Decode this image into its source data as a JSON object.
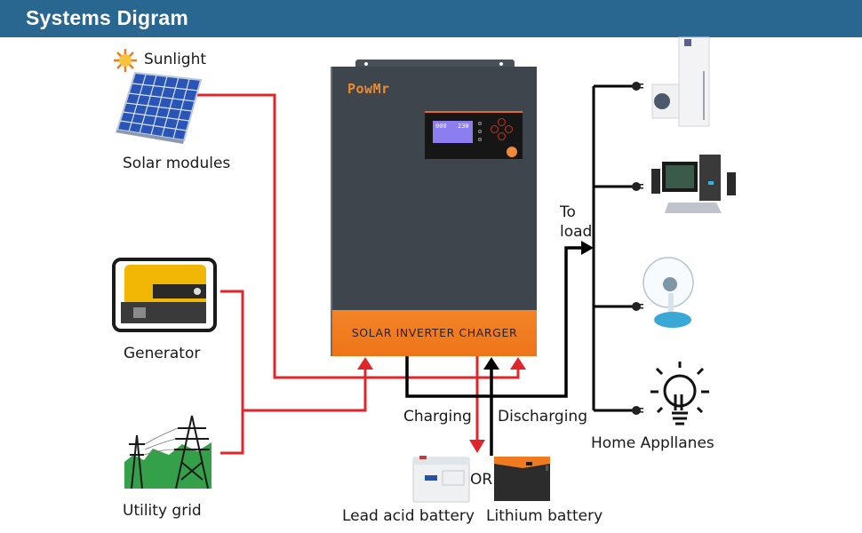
{
  "header": {
    "title": "Systems Digram"
  },
  "sources": {
    "sunlight": "Sunlight",
    "solar": "Solar modules",
    "generator": "Generator",
    "grid": "Utility grid"
  },
  "inverter": {
    "brand": "PowMr",
    "band_label": "SOLAR INVERTER CHARGER",
    "lcd_left": "000",
    "lcd_right": "230"
  },
  "battery": {
    "charging": "Charging",
    "discharging": "Discharging",
    "or": "OR",
    "lead_acid": "Lead acid battery",
    "lithium": "Lithium battery"
  },
  "load": {
    "to_load_line1": "To",
    "to_load_line2": "load",
    "home": "Home Appllanes"
  },
  "colors": {
    "header_bg": "#2a6790",
    "input_wire": "#e0262b",
    "output_wire": "#000000",
    "inverter_body": "#3f454c",
    "inverter_band": "#f07a1f"
  }
}
